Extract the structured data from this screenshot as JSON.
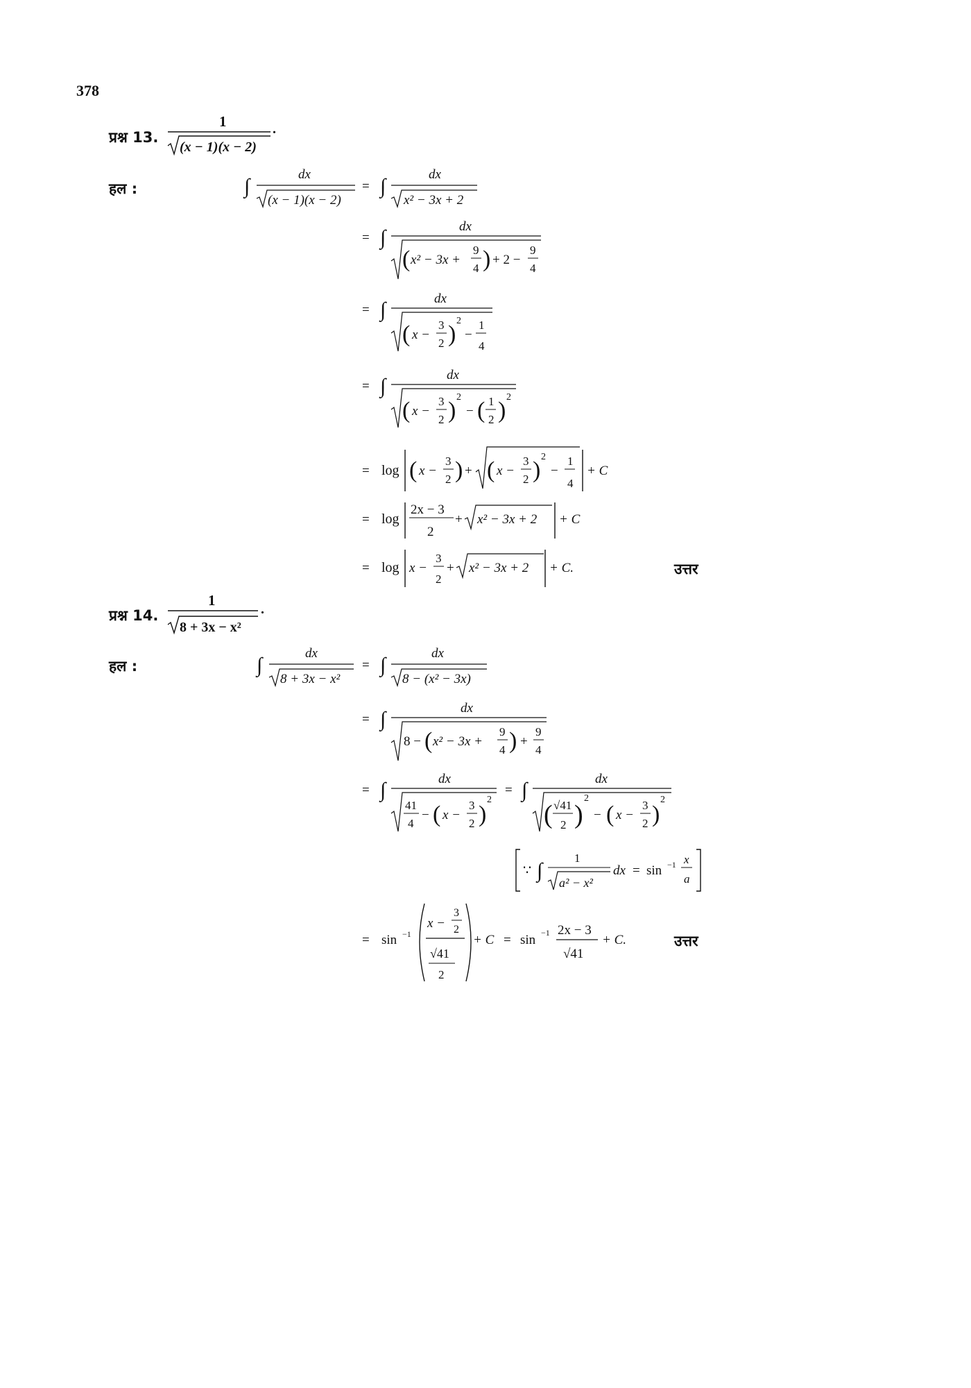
{
  "page_number": "378",
  "q13": {
    "label": "प्रश्न 13.",
    "solution_label": "हल :",
    "answer_label": "उत्तर"
  },
  "q14": {
    "label": "प्रश्न 14.",
    "solution_label": "हल :",
    "answer_label": "उत्तर"
  },
  "text": {
    "one": "1",
    "dx": "dx",
    "eq": "=",
    "int": "∫",
    "sqrt": "√",
    "log": "log",
    "plusC": "+ C",
    "plusCdot": "+ C.",
    "sin_inv": "sin",
    "inv": "−1",
    "x": "x",
    "a": "a",
    "because": "∵",
    "q13_denom": "(x − 1)(x − 2)",
    "q13_rad1": "(x − 1)(x − 2)",
    "q13_rad2": "x² − 3x + 2",
    "q13_step3_a": "x² − 3x +",
    "q13_step3_b": "+ 2 −",
    "nine": "9",
    "four": "4",
    "three": "3",
    "two": "2",
    "x_minus": "x −",
    "minus": "−",
    "plus": "+",
    "sq": "2",
    "q13_step6_num": "2x − 3",
    "q13_step6_rad": "x² − 3x + 2",
    "q14_denom": "8 + 3x − x²",
    "q14_rad1": "8 + 3x − x²",
    "q14_rad2": "8 − (x² − 3x)",
    "q14_step3_a": "8 −",
    "q14_step3_b": "x² − 3x +",
    "forty_one": "41",
    "sqrt41": "√41",
    "a2x2": "a² − x²",
    "q14_final_num": "2x − 3"
  }
}
